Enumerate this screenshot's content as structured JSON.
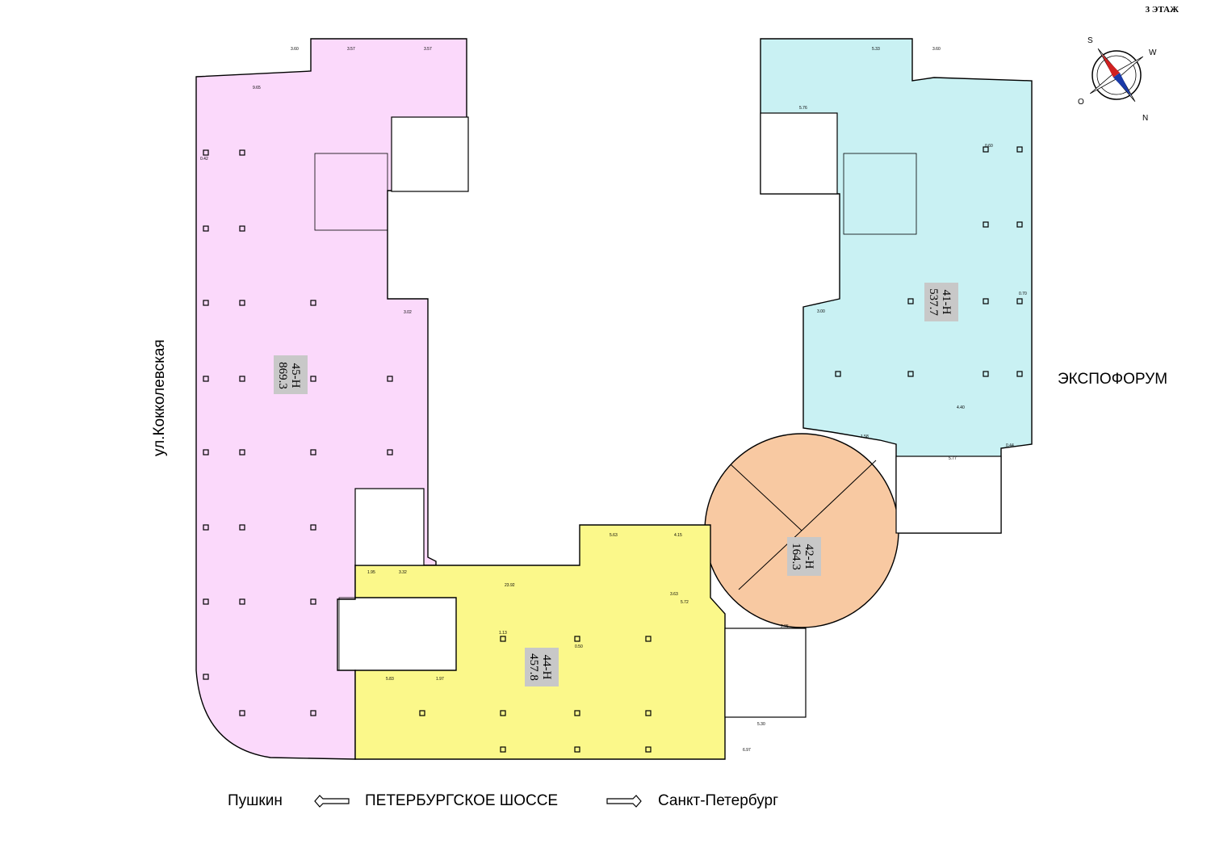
{
  "floor_label": "3 ЭТАЖ",
  "streets": {
    "left": "ул.Кокколевская",
    "right": "ЭКСПОФОРУМ",
    "bottom_left": "Пушкин",
    "bottom_center": "ПЕТЕРБУРГСКОЕ ШОССЕ",
    "bottom_right": "Санкт-Петербург"
  },
  "compass": {
    "s": "S",
    "w": "W",
    "o": "O",
    "n": "N"
  },
  "units": [
    {
      "id": "45-H",
      "area": "869.3",
      "color": "#fbd9fb"
    },
    {
      "id": "41-H",
      "area": "537.7",
      "color": "#c9f1f3"
    },
    {
      "id": "42-H",
      "area": "164.3",
      "color": "#f8c9a2"
    },
    {
      "id": "44-H",
      "area": "457.8",
      "color": "#fbf88a"
    }
  ],
  "dims": {
    "d1": "3.60",
    "d2": "3.57",
    "d3": "3.57",
    "d4": "9.65",
    "d5": "3.02",
    "d6": "5.33",
    "d7": "3.60",
    "d8": "5.76",
    "d9": "3.00",
    "d10": "4.40",
    "d11": "5.77",
    "d12": "5.63",
    "d13": "4.15",
    "d14": "23.92",
    "d15": "3.63",
    "d16": "5.72",
    "d17": "5.83",
    "d18": "1.97",
    "d19": "5.30",
    "d20": "6.97",
    "d21": "0.42",
    "d22": "0.50",
    "d23": "1.13",
    "d24": "1.95",
    "d25": "3.32",
    "d26": "1.58",
    "d27": "2.95",
    "d28": "0.44",
    "d29": "0.60",
    "d30": "0.70"
  }
}
